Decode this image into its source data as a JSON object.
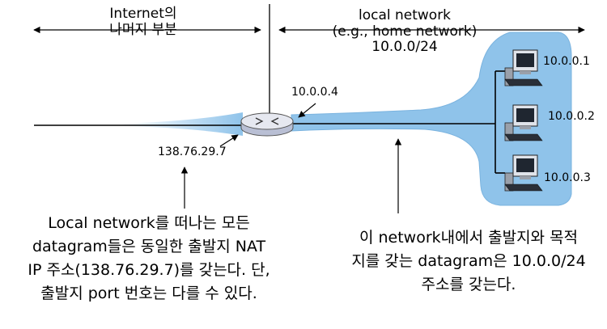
{
  "labels": {
    "internet_rest": [
      "Internet의",
      "나머지 부분"
    ],
    "local_network": [
      "local network",
      "(e.g., home network)",
      "10.0.0/24"
    ],
    "router_lan_ip": "10.0.0.4",
    "router_wan_ip": "138.76.29.7",
    "hosts": [
      "10.0.0.1",
      "10.0.0.2",
      "10.0.0.3"
    ]
  },
  "notes": {
    "left": [
      "Local network를 떠나는 모든",
      "datagram들은 동일한 출발지 NAT",
      "IP 주소(138.76.29.7)를 갖는다. 단,",
      "출발지 port 번호는 다를 수 있다."
    ],
    "right": [
      "이 network내에서 출발지와 목적",
      "지를 갖는 datagram은 10.0.0/24",
      "주소를 갖는다."
    ]
  },
  "colors": {
    "network_blue": "#8fc3ea",
    "network_edge": "#5a9ed6",
    "router_fill": "#e6e8f0",
    "line": "#000000"
  }
}
